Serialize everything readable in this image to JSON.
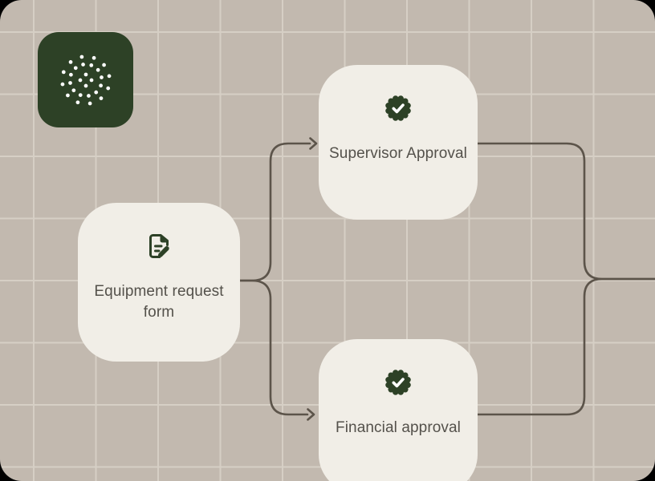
{
  "app": {
    "type": "workflow-diagram-canvas"
  },
  "colors": {
    "page": "#000000",
    "canvas-bg": "#c2b9af",
    "grid-line": "#d6cfc5",
    "card-bg": "#f1eee7",
    "accent-green": "#2d4126",
    "connector": "#5c544a",
    "label-text": "#54514b",
    "dot-white": "#ffffff"
  },
  "logo": {
    "name": "dotted-burst-logo"
  },
  "nodes": [
    {
      "id": "equipment-request-form",
      "label": "Equipment request form",
      "icon": "document-edit-icon"
    },
    {
      "id": "supervisor-approval",
      "label": "Supervisor Approval",
      "icon": "verified-badge-icon"
    },
    {
      "id": "financial-approval",
      "label": "Financial approval",
      "icon": "verified-badge-icon"
    }
  ],
  "edges": [
    {
      "from": "equipment-request-form",
      "to": "supervisor-approval",
      "arrow": true
    },
    {
      "from": "equipment-request-form",
      "to": "financial-approval",
      "arrow": true
    },
    {
      "from": "supervisor-approval",
      "to": "offscreen-right",
      "arrow": false
    },
    {
      "from": "financial-approval",
      "to": "offscreen-right",
      "arrow": false
    }
  ]
}
